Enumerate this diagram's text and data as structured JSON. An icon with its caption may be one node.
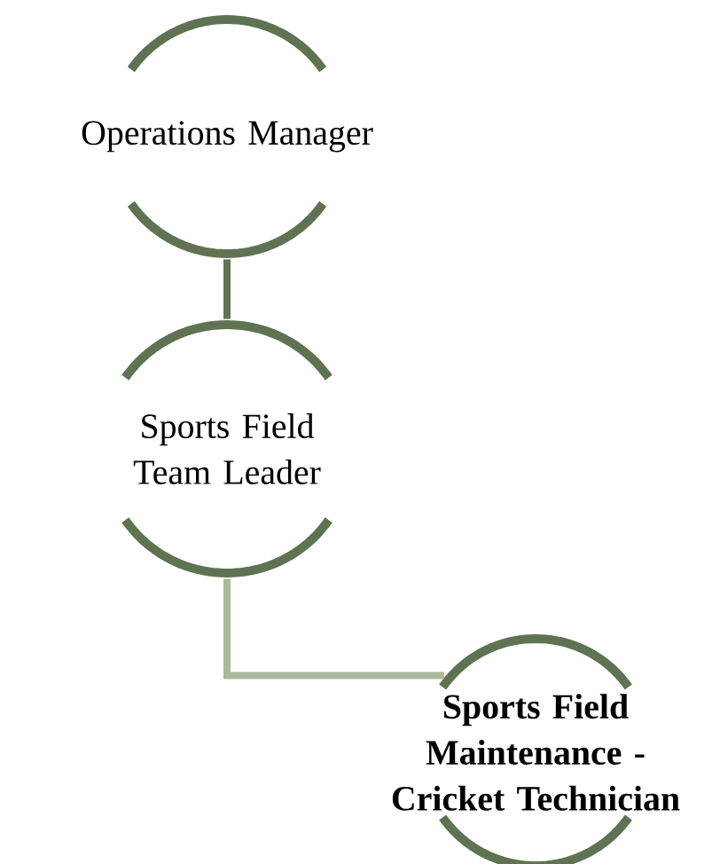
{
  "diagram": {
    "nodes": [
      {
        "text": [
          "Operations Manager"
        ]
      },
      {
        "text": [
          "Sports Field Team Leader"
        ]
      },
      {
        "text": [
          "Sports Field Maintenance - Cricket Technician"
        ]
      }
    ],
    "edges": [
      {
        "from": 0,
        "to": 1,
        "arrow": "none"
      },
      {
        "from": 1,
        "to": 2,
        "arrow": "none",
        "color": "#a9b99a"
      }
    ]
  }
}
